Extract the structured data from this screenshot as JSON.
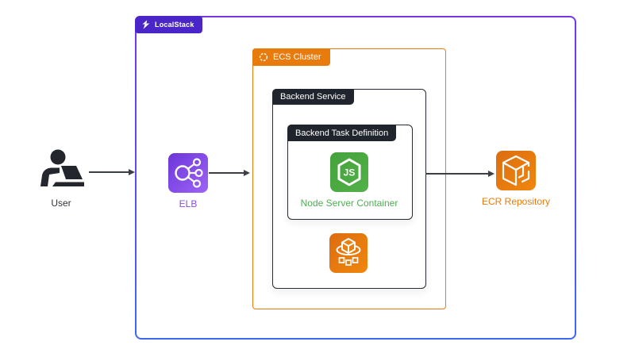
{
  "diagram": {
    "localstack": {
      "label": "LocalStack"
    },
    "ecs_cluster": {
      "label": "ECS Cluster"
    },
    "backend_service": {
      "label": "Backend Service"
    },
    "backend_task_definition": {
      "label": "Backend Task Definition"
    },
    "nodes": {
      "user": {
        "label": "User"
      },
      "elb": {
        "label": "ELB"
      },
      "node_container": {
        "label": "Node Server Container"
      },
      "ecs_service": {
        "label": ""
      },
      "ecr": {
        "label": "ECR Repository"
      }
    },
    "arrows": [
      {
        "from": "user",
        "to": "localstack-boundary"
      },
      {
        "from": "elb",
        "to": "ecs-cluster-boundary"
      },
      {
        "from": "backend-service",
        "to": "ecr-repository"
      }
    ],
    "icons": {
      "localstack_logo": "localstack-logo-icon",
      "ecs_cluster_badge": "dashed-circle-icon",
      "elb": "load-balancer-network-icon",
      "nodejs": "nodejs-hexagon-icon",
      "ecs_service": "ecs-cube-orbit-icon",
      "ecr": "ecr-package-box-icon",
      "user": "person-at-laptop-icon"
    },
    "colors": {
      "border_gradient_top": "#7436E8",
      "border_gradient_bottom": "#3E68F2",
      "localstack_purple": "#4A26C9",
      "aws_orange": "#E87B0C",
      "dark_badge": "#20242C",
      "node_green": "#4CAF50",
      "elb_purple": "#8A4FE8",
      "arrow": "#3C4046"
    }
  }
}
